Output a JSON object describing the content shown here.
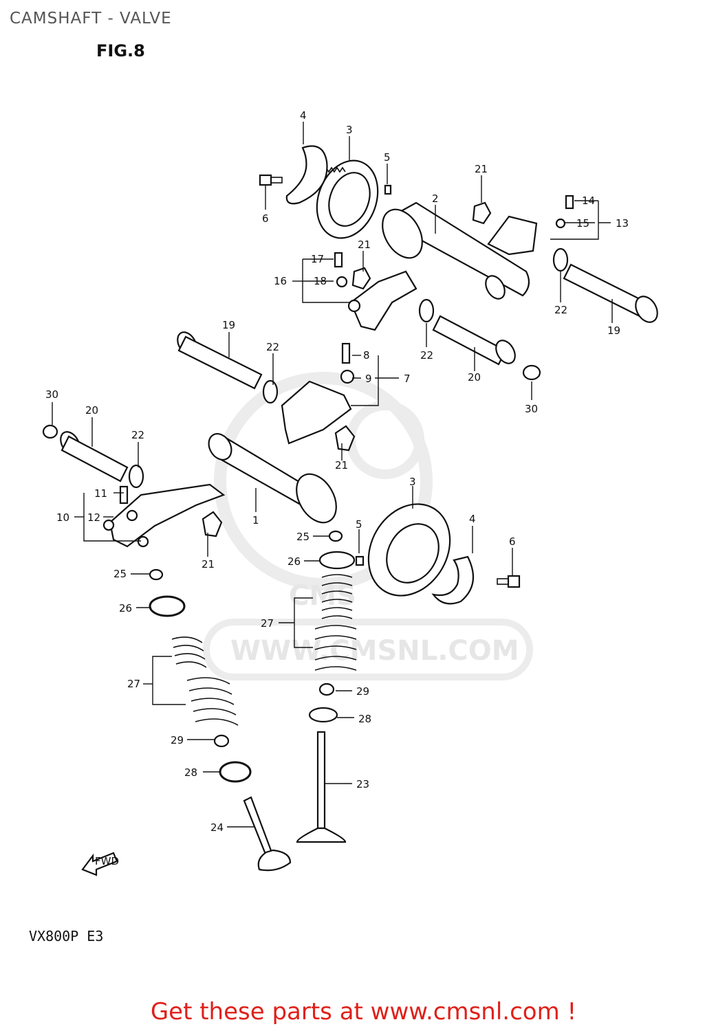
{
  "header": {
    "title": "CAMSHAFT - VALVE",
    "figure": "FIG.8"
  },
  "model_code": "VX800P  E3",
  "watermark": {
    "text": "WWW.CMSNL.COM",
    "logo": "CMS"
  },
  "fwd_label": "FWD",
  "footer": {
    "promo_text": "Get these parts at www.cmsnl.com !"
  },
  "callouts": [
    "4",
    "3",
    "5",
    "21",
    "2",
    "6",
    "14",
    "15",
    "13",
    "17",
    "21",
    "16",
    "18",
    "22",
    "19",
    "19",
    "22",
    "8",
    "9",
    "7",
    "22",
    "20",
    "30",
    "30",
    "20",
    "22",
    "21",
    "11",
    "10",
    "12",
    "1",
    "3",
    "4",
    "5",
    "25",
    "6",
    "21",
    "26",
    "25",
    "26",
    "27",
    "27",
    "29",
    "28",
    "29",
    "28",
    "23",
    "24"
  ]
}
